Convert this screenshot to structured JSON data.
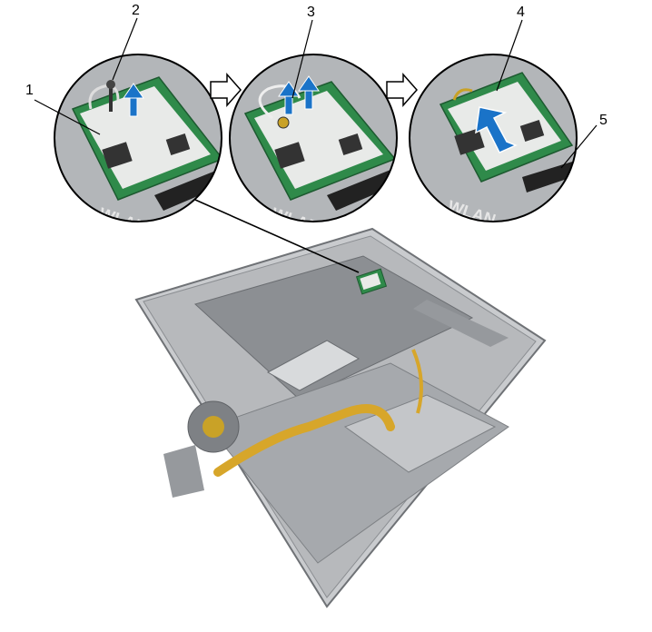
{
  "callouts": [
    {
      "number": "1"
    },
    {
      "number": "2"
    },
    {
      "number": "3"
    },
    {
      "number": "4"
    },
    {
      "number": "5"
    }
  ],
  "board_label": "WLAN",
  "colors": {
    "pcb_green": "#2f8a4a",
    "wlan_card": "#e8eae8",
    "arrow_blue": "#1a73c8",
    "chassis_gray": "#9a9c9f",
    "laptop_base": "#bfc1c4",
    "gold_flex": "#d7a62a"
  }
}
